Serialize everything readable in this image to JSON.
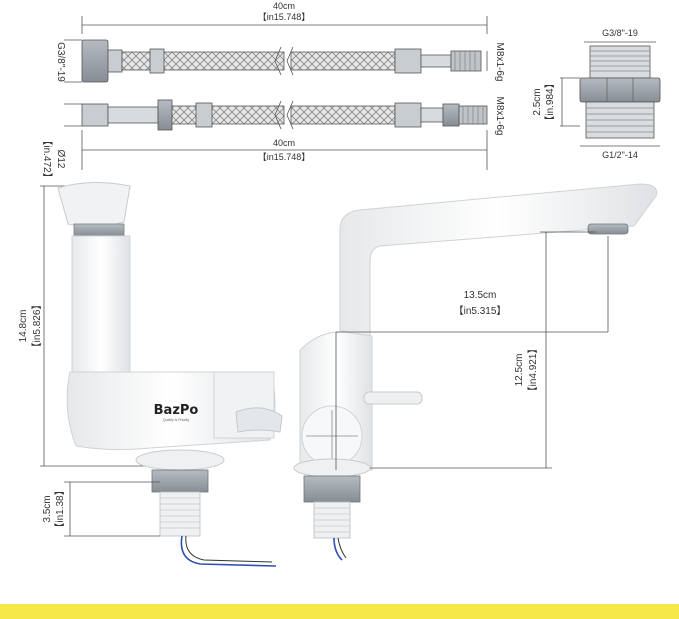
{
  "hoses": {
    "top_length": "40cm",
    "top_length_in": "【in15.748】",
    "top_left_thread": "G3/8\"-19",
    "top_right_thread": "M8x1-6g",
    "bottom_left_thread": "Ø12",
    "bottom_left_thread_in": "【in.472】",
    "bottom_right_thread": "M8x1-6g",
    "bottom_length": "40cm",
    "bottom_length_in": "【in15.748】"
  },
  "adapter": {
    "top_thread": "G3/8\"-19",
    "height": "2.5cm",
    "height_in": "【in.984】",
    "bottom_thread": "G1/2\"-14"
  },
  "faucet": {
    "brand": "BazPo",
    "tagline": "Quality is Priority",
    "total_height": "14.8cm",
    "total_height_in": "【in5.826】",
    "shank_length": "3.5cm",
    "shank_length_in": "【in1.38】",
    "spout_reach": "13.5cm",
    "spout_reach_in": "【in5.315】",
    "spout_height": "12.5cm",
    "spout_height_in": "【in4.921】"
  },
  "colors": {
    "band": "#f7e84a",
    "body": "#f4f5f6",
    "metal": "#9aa1a8",
    "wire": "#2f4fb5"
  }
}
